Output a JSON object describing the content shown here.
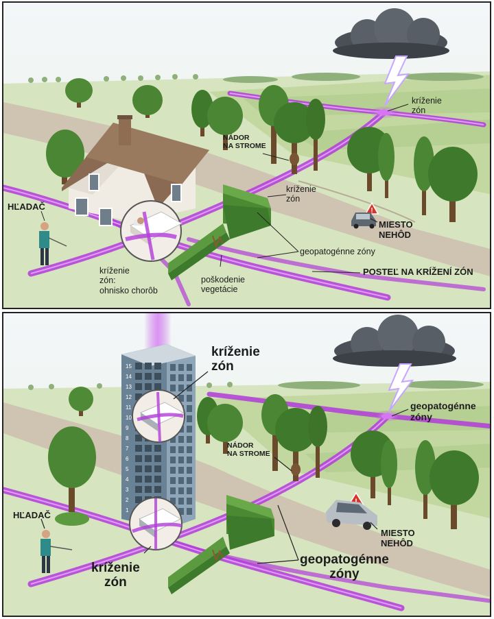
{
  "top_panel": {
    "labels": {
      "krizenie_zon_storm": "kríženie\nzón",
      "nador_na_strome": "NÁDOR\nNA STROME",
      "krizenie_zon_path": "kríženie\nzón",
      "hladac": "HĽADAČ",
      "miesto_nehod": "MIESTO\nNEHÔD",
      "geopatogenne_zony": "geopatogénne zóny",
      "postel_na_krizeni_zon": "POSTEĽ NA KRÍŽENÍ ZÓN",
      "krizenie_zon_ohnisko": "kríženie\nzón:\nohnisko chorôb",
      "poskodenie_vegetacie": "poškodenie\nvegetácie"
    }
  },
  "bottom_panel": {
    "labels": {
      "krizenie_zon_upper": "kríženie\nzón",
      "geopatogenne_zony_storm": "geopatogénne\nzóny",
      "nador_na_strome": "NÁDOR\nNA STROME",
      "hladac": "HĽADAČ",
      "miesto_nehod": "MIESTO\nNEHÔD",
      "geopatogenne_zony_main": "geopatogénne\nzóny",
      "krizenie_zon_lower": "kríženie\nzón"
    },
    "floor_numbers": [
      "15",
      "14",
      "13",
      "12",
      "11",
      "10",
      "9",
      "8",
      "7",
      "6",
      "5",
      "4",
      "3",
      "2",
      "1"
    ]
  },
  "colors": {
    "zone_purple": "#b13cd9",
    "grass": "#c9dca9",
    "sky": "#eef3f7",
    "road": "#cdbfae"
  },
  "icons": [
    "storm-cloud-icon",
    "lightning-icon",
    "warning-triangle-icon",
    "car-icon",
    "house-icon",
    "tower-icon",
    "bed-icon",
    "hedge-icon",
    "tree-icon",
    "dowser-person-icon"
  ]
}
